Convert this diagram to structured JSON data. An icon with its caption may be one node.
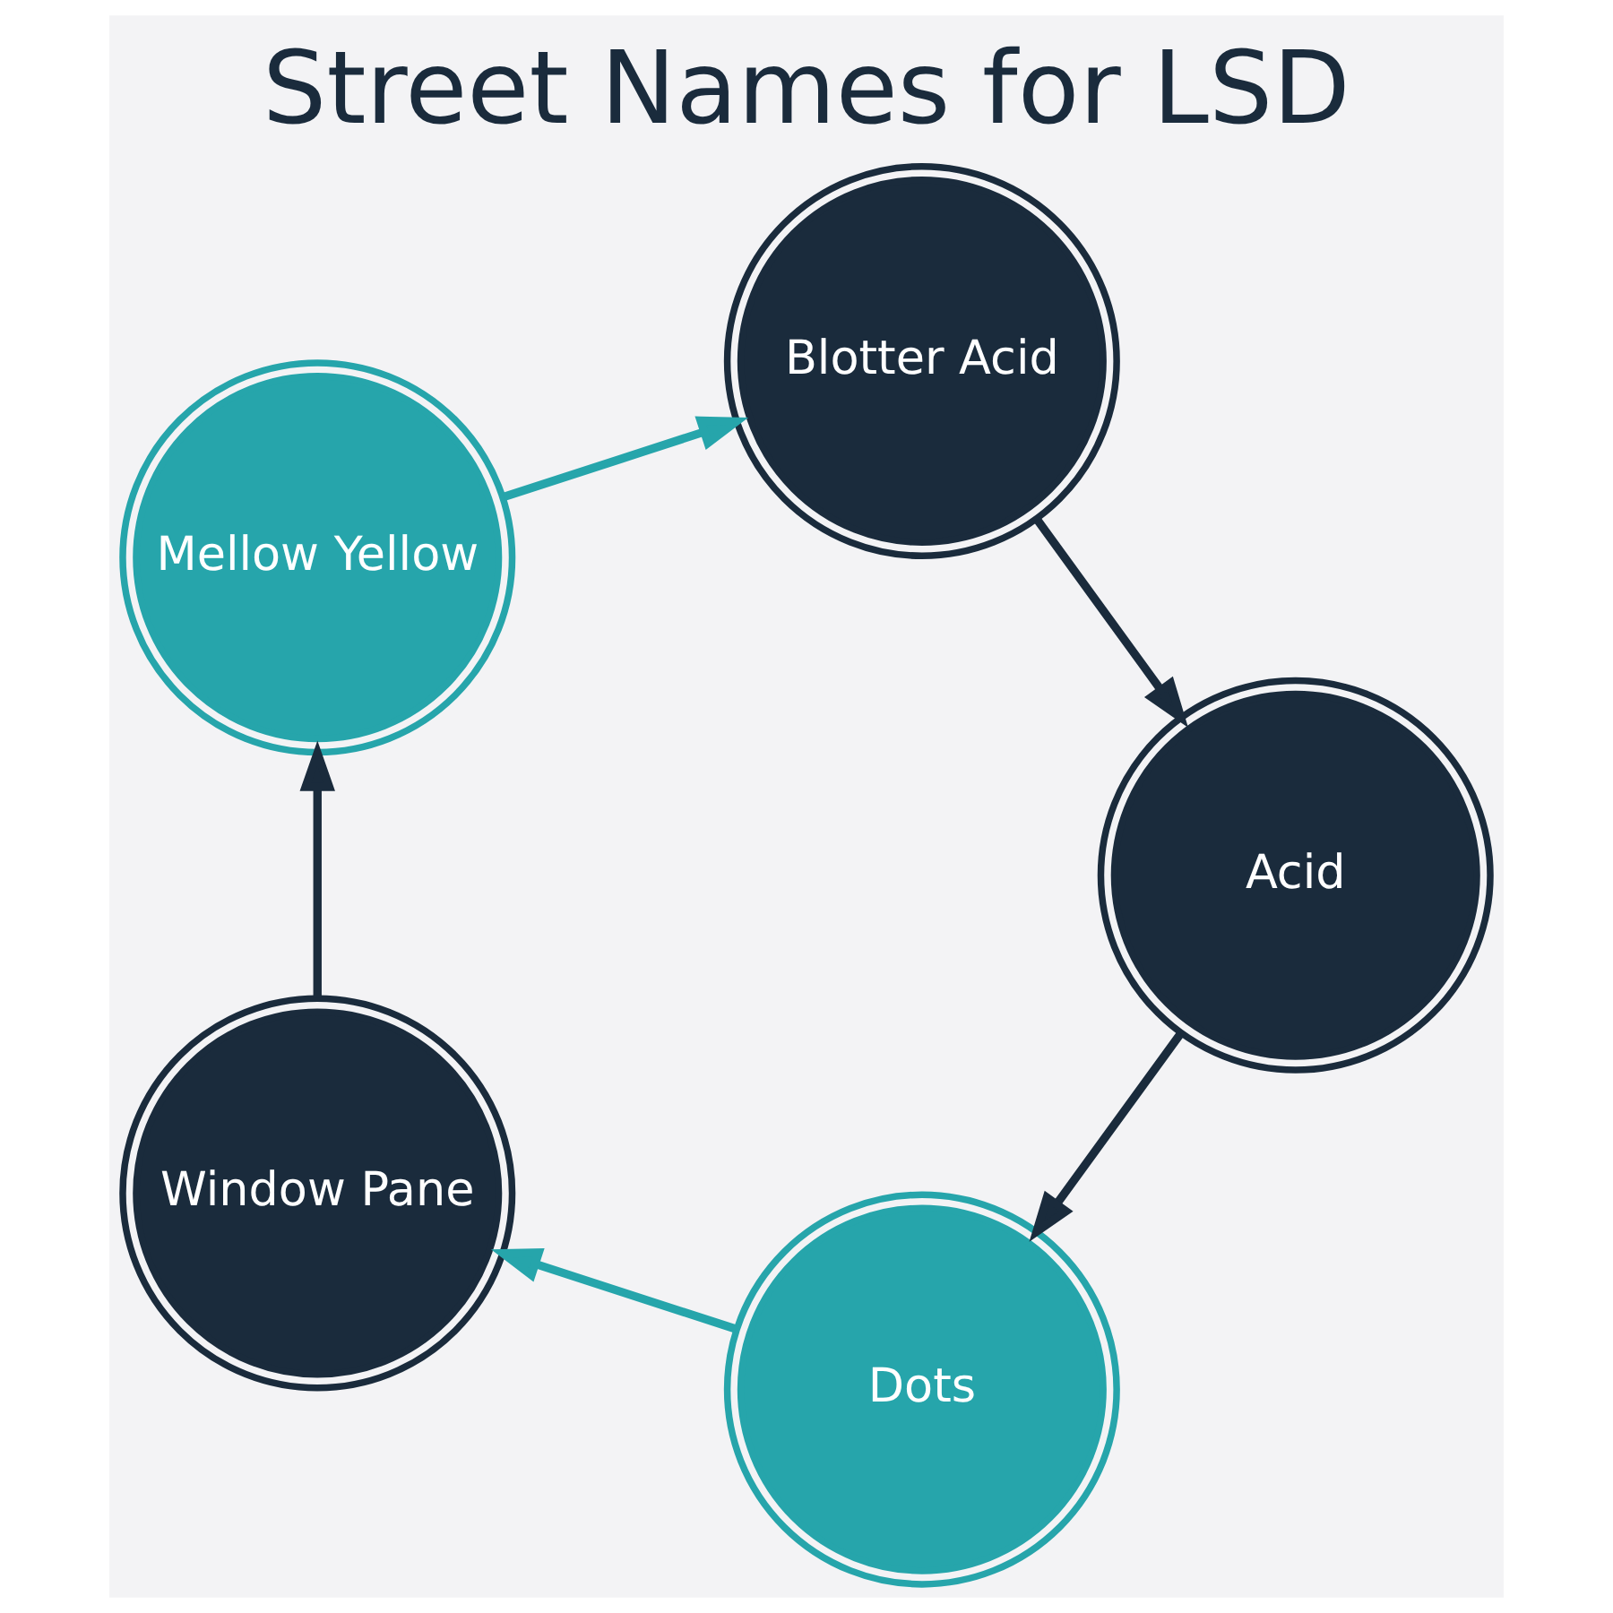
{
  "diagram": {
    "title": "Street Names for LSD",
    "nodes": [
      {
        "text": [
          "Dots"
        ]
      },
      {
        "text": [
          "Window Pane"
        ]
      },
      {
        "text": [
          "Mellow Yellow"
        ]
      },
      {
        "text": [
          "Blotter Acid"
        ]
      },
      {
        "text": [
          "Acid"
        ]
      }
    ],
    "edges": [
      {
        "from": 0,
        "to": 1,
        "arrow": "to",
        "color": "#26a5ab"
      },
      {
        "from": 1,
        "to": 2,
        "arrow": "to"
      },
      {
        "from": 2,
        "to": 3,
        "arrow": "to",
        "color": "#26a5ab"
      },
      {
        "from": 3,
        "to": 4,
        "arrow": "to"
      },
      {
        "from": 4,
        "to": 0,
        "arrow": "to"
      }
    ]
  }
}
